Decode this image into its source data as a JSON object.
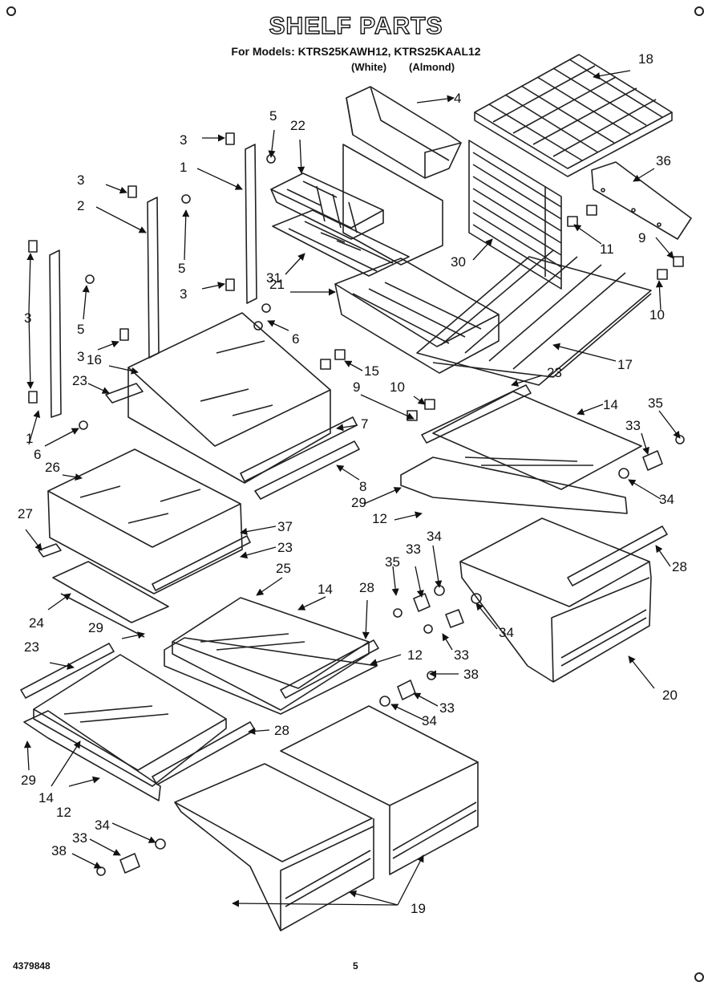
{
  "header": {
    "title": "SHELF PARTS",
    "models_line": "For Models: KTRS25KAWH12, KTRS25KAAL12",
    "color_white": "(White)",
    "color_almond": "(Almond)"
  },
  "footer": {
    "doc_number": "4379848",
    "page_number": "5"
  },
  "callouts": [
    {
      "id": "c18",
      "label": "18"
    },
    {
      "id": "c4",
      "label": "4"
    },
    {
      "id": "c5a",
      "label": "5"
    },
    {
      "id": "c22",
      "label": "22"
    },
    {
      "id": "c3a",
      "label": "3"
    },
    {
      "id": "c1a",
      "label": "1"
    },
    {
      "id": "c36",
      "label": "36"
    },
    {
      "id": "c3b",
      "label": "3"
    },
    {
      "id": "c2",
      "label": "2"
    },
    {
      "id": "c5b",
      "label": "5"
    },
    {
      "id": "c31",
      "label": "31"
    },
    {
      "id": "c30",
      "label": "30"
    },
    {
      "id": "c11",
      "label": "11"
    },
    {
      "id": "c9a",
      "label": "9"
    },
    {
      "id": "c3c",
      "label": "3"
    },
    {
      "id": "c21",
      "label": "21"
    },
    {
      "id": "c10a",
      "label": "10"
    },
    {
      "id": "c5c",
      "label": "5"
    },
    {
      "id": "c6a",
      "label": "6"
    },
    {
      "id": "c3d",
      "label": "3"
    },
    {
      "id": "c3e",
      "label": "3"
    },
    {
      "id": "c16",
      "label": "16"
    },
    {
      "id": "c15",
      "label": "15"
    },
    {
      "id": "c17",
      "label": "17"
    },
    {
      "id": "c23a",
      "label": "23"
    },
    {
      "id": "c9b",
      "label": "9"
    },
    {
      "id": "c10b",
      "label": "10"
    },
    {
      "id": "c23b",
      "label": "23"
    },
    {
      "id": "c14a",
      "label": "14"
    },
    {
      "id": "c35a",
      "label": "35"
    },
    {
      "id": "c7",
      "label": "7"
    },
    {
      "id": "c1b",
      "label": "1"
    },
    {
      "id": "c6b",
      "label": "6"
    },
    {
      "id": "c26",
      "label": "26"
    },
    {
      "id": "c33a",
      "label": "33"
    },
    {
      "id": "c8",
      "label": "8"
    },
    {
      "id": "c29a",
      "label": "29"
    },
    {
      "id": "c34a",
      "label": "34"
    },
    {
      "id": "c12a",
      "label": "12"
    },
    {
      "id": "c27",
      "label": "27"
    },
    {
      "id": "c37",
      "label": "37"
    },
    {
      "id": "c23c",
      "label": "23"
    },
    {
      "id": "c28a",
      "label": "28"
    },
    {
      "id": "c35b",
      "label": "35"
    },
    {
      "id": "c33b",
      "label": "33"
    },
    {
      "id": "c34b",
      "label": "34"
    },
    {
      "id": "c25",
      "label": "25"
    },
    {
      "id": "c14b",
      "label": "14"
    },
    {
      "id": "c28b",
      "label": "28"
    },
    {
      "id": "c24",
      "label": "24"
    },
    {
      "id": "c29b",
      "label": "29"
    },
    {
      "id": "c34c",
      "label": "34"
    },
    {
      "id": "c23d",
      "label": "23"
    },
    {
      "id": "c33c",
      "label": "33"
    },
    {
      "id": "c12b",
      "label": "12"
    },
    {
      "id": "c38a",
      "label": "38"
    },
    {
      "id": "c20",
      "label": "20"
    },
    {
      "id": "c33d",
      "label": "33"
    },
    {
      "id": "c34d",
      "label": "34"
    },
    {
      "id": "c28c",
      "label": "28"
    },
    {
      "id": "c29c",
      "label": "29"
    },
    {
      "id": "c14c",
      "label": "14"
    },
    {
      "id": "c12c",
      "label": "12"
    },
    {
      "id": "c34e",
      "label": "34"
    },
    {
      "id": "c33e",
      "label": "33"
    },
    {
      "id": "c38b",
      "label": "38"
    },
    {
      "id": "c19",
      "label": "19"
    }
  ]
}
